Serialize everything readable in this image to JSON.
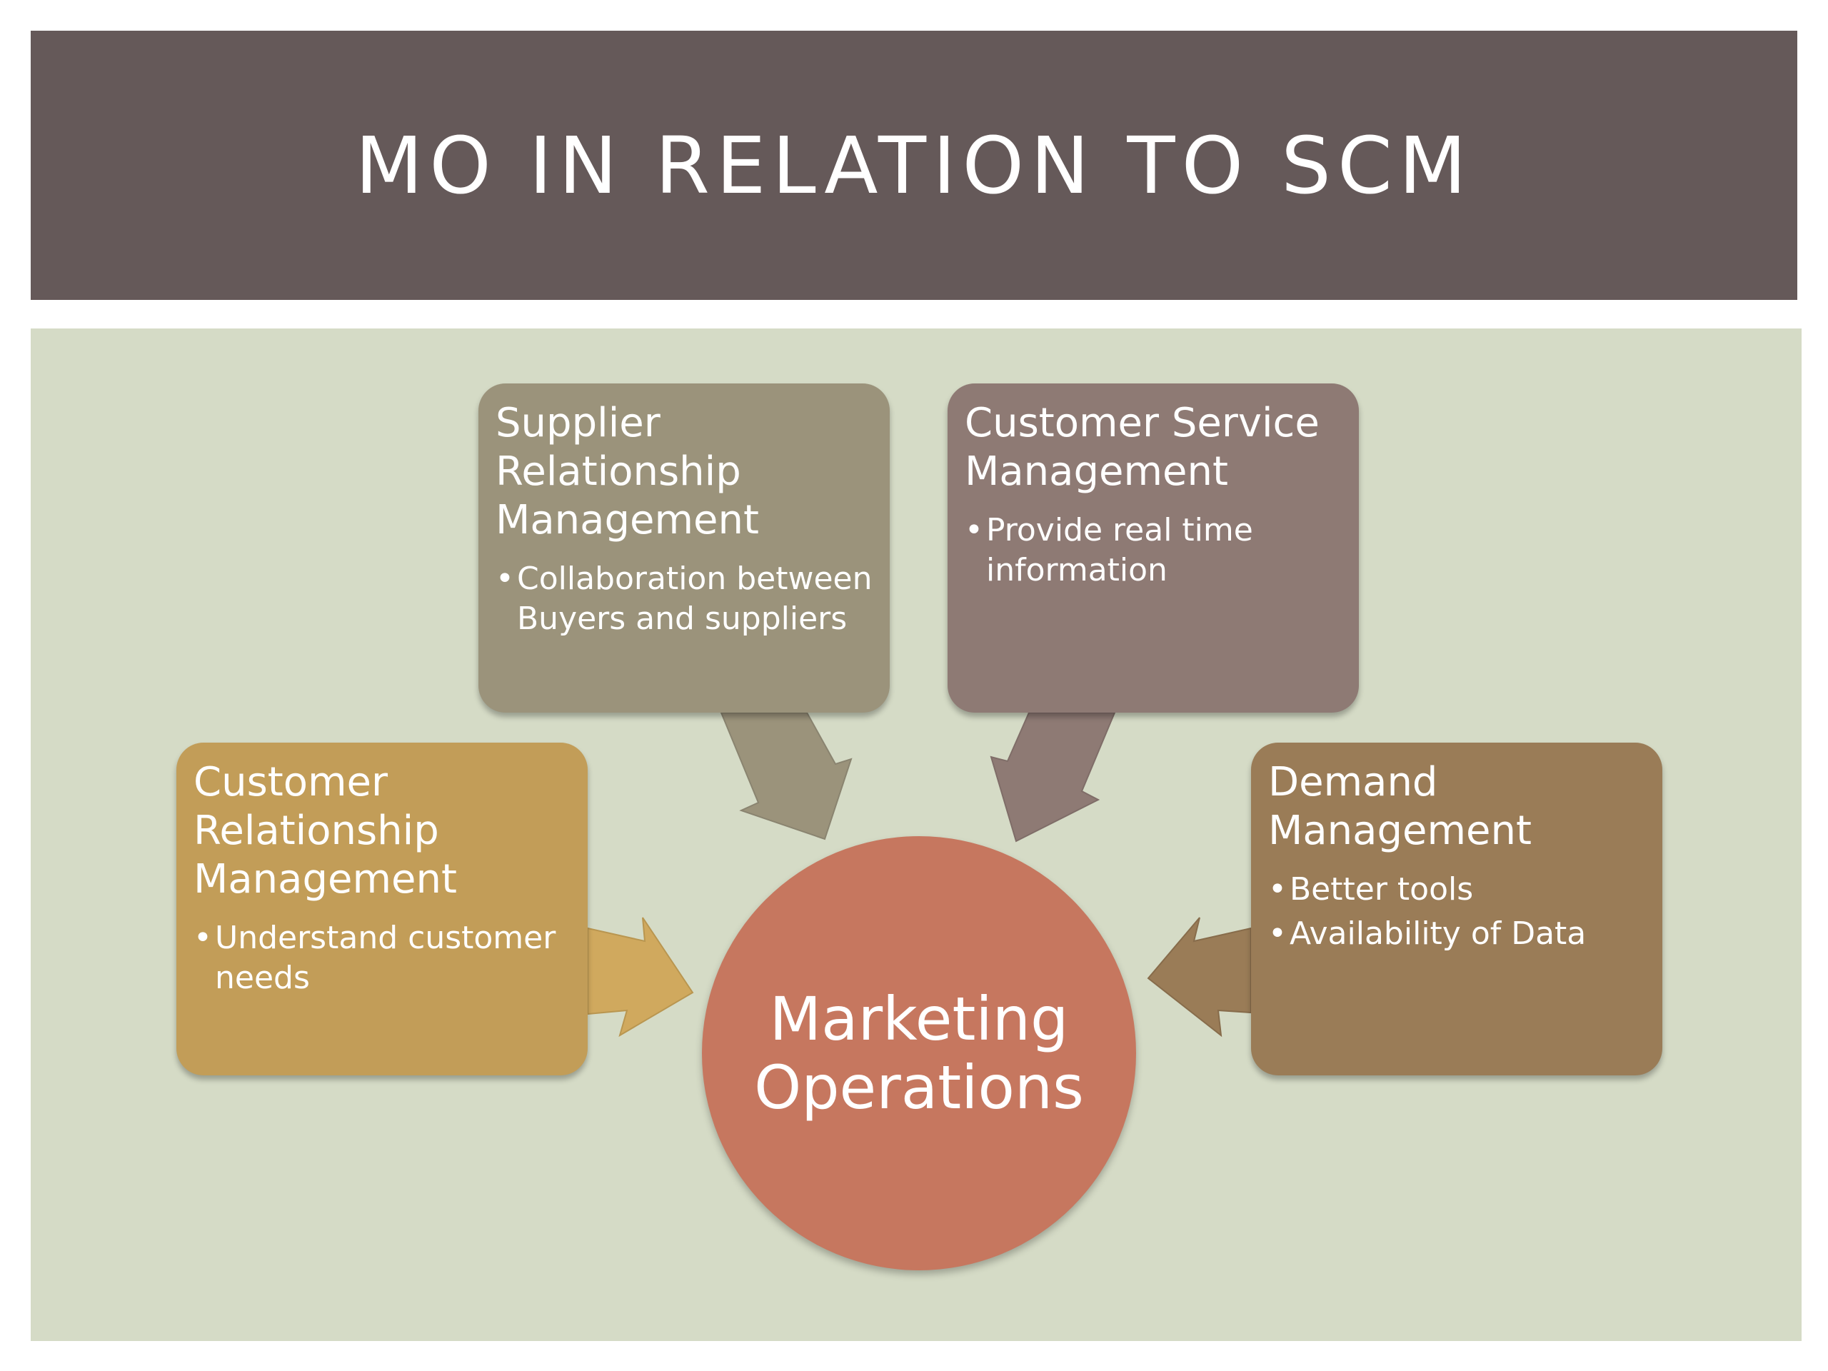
{
  "title": "MO IN RELATION TO SCM",
  "center": {
    "label": "Marketing Operations",
    "color": "#c6775f"
  },
  "boxes": {
    "supplier": {
      "heading": "Supplier Relationship Management",
      "bullets": [
        "Collaboration between Buyers and suppliers"
      ],
      "color": "#9b937b"
    },
    "service": {
      "heading": "Customer Service Management",
      "bullets": [
        "Provide real time information"
      ],
      "color": "#8e7a74"
    },
    "crm": {
      "heading": "Customer Relationship Management",
      "bullets": [
        "Understand customer needs"
      ],
      "color": "#c29d58"
    },
    "demand": {
      "heading": "Demand Management",
      "bullets": [
        "Better tools",
        "Availability of Data"
      ],
      "color": "#9a7c57"
    }
  },
  "colors": {
    "header": "#655959",
    "panel": "#d5dbc6"
  }
}
